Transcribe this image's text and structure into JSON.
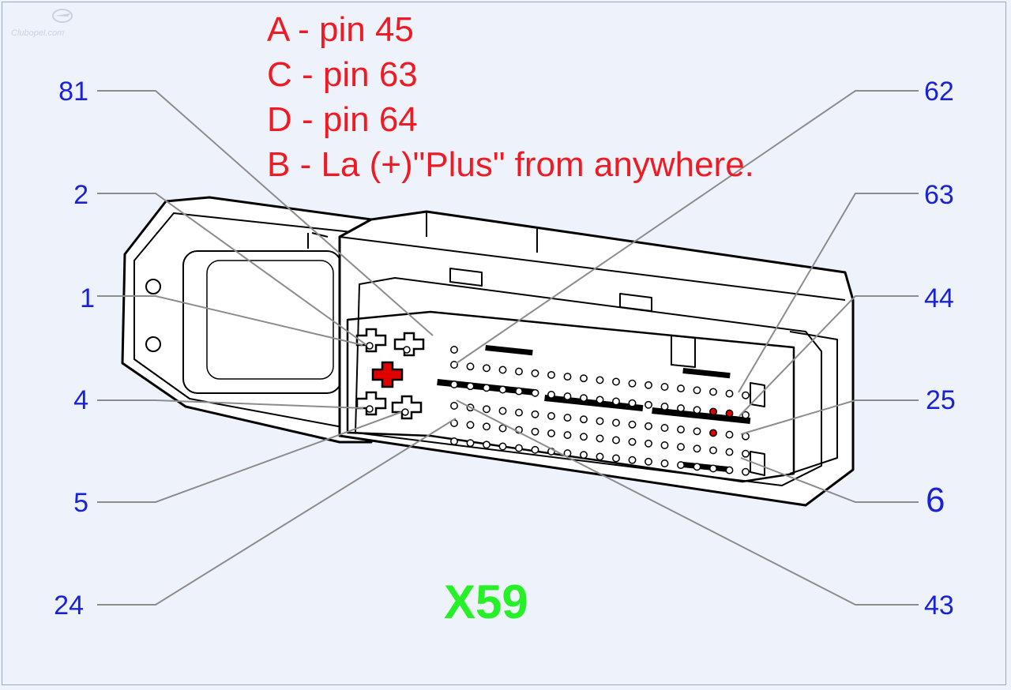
{
  "notes": [
    "A - pin 45",
    "C - pin 63",
    "D - pin 64",
    "B - La (+)\"Plus\" from anywhere."
  ],
  "connector": {
    "id": "X59"
  },
  "pin_labels": {
    "p81": "81",
    "p2": "2",
    "p1": "1",
    "p4": "4",
    "p5": "5",
    "p24": "24",
    "p62": "62",
    "p63": "63",
    "p44": "44",
    "p25": "25",
    "p6": "6",
    "p43": "43"
  },
  "watermark": "Clubopel.com",
  "colors": {
    "note_text": "#ee1b24",
    "pin_label": "#1a22d6",
    "connector_id": "#26f026",
    "highlight_pin": "#e00000",
    "background": "#eef3fb"
  }
}
